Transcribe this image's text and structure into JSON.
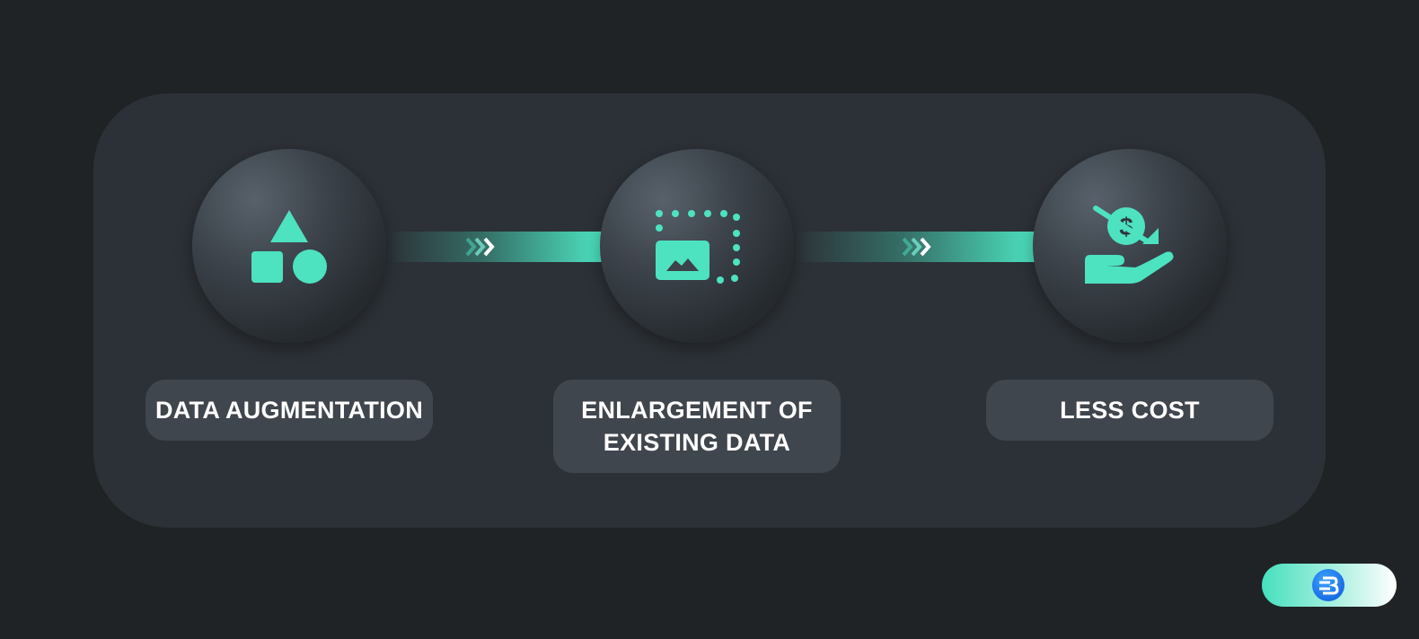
{
  "steps": [
    {
      "label_lines": [
        "DATA AUGMENTATION"
      ],
      "icon": "shapes-icon"
    },
    {
      "label_lines": [
        "ENLARGEMENT OF",
        "EXISTING DATA"
      ],
      "icon": "image-expand-icon"
    },
    {
      "label_lines": [
        "LESS COST"
      ],
      "icon": "cost-reduction-icon"
    }
  ],
  "connectors": [
    {
      "icon": "triple-chevron-right-icon"
    },
    {
      "icon": "triple-chevron-right-icon"
    }
  ],
  "badge": {
    "icon": "brand-logo-icon"
  },
  "colors": {
    "background": "#1f2326",
    "panel": "#2c3137",
    "accent": "#4de2c0",
    "label_box": "#40464d",
    "text": "#ffffff",
    "logo": "#1466e0"
  }
}
